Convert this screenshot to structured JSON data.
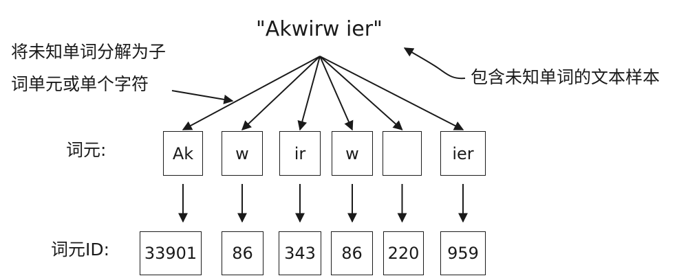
{
  "title": "\"Akwirw ier\"",
  "left_note": "将未知单词分解为子词单元或单个字符",
  "right_note": "包含未知单词的文本样本",
  "token_row_label": "词元:",
  "id_row_label": "词元ID:",
  "tokens": [
    "Ak",
    "w",
    "ir",
    "w",
    "",
    "ier"
  ],
  "token_ids": [
    "33901",
    "86",
    "343",
    "86",
    "220",
    "959"
  ],
  "colors": {
    "stroke": "#1a1a1a",
    "background": "#ffffff"
  }
}
